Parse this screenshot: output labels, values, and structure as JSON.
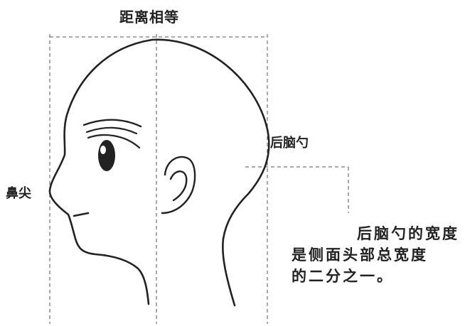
{
  "title": "距离相等",
  "labels": {
    "nose_tip": "鼻尖",
    "occiput": "后脑勺"
  },
  "note": {
    "line1": "后脑勺的宽度",
    "line2": "是侧面头部总宽度",
    "line3": "的二分之一。"
  },
  "colors": {
    "ink": "#222222",
    "guide": "#555555",
    "background": "#ffffff"
  }
}
